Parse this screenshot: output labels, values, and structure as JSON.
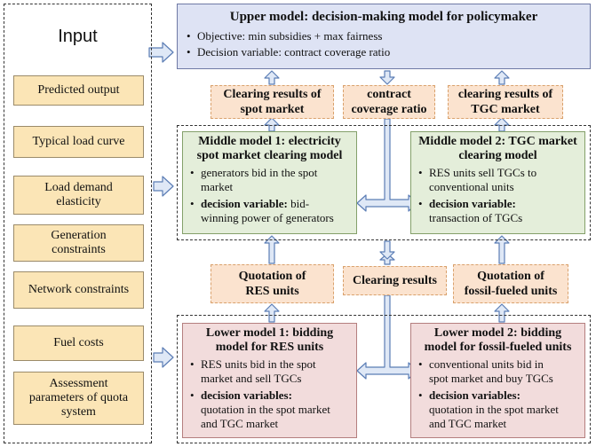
{
  "input": {
    "title": "Input",
    "items": [
      [
        "Predicted output"
      ],
      [
        "Typical load curve"
      ],
      [
        "Load demand",
        "elasticity"
      ],
      [
        "Generation",
        "constraints"
      ],
      [
        "Network constraints"
      ],
      [
        "Fuel costs"
      ],
      [
        "Assessment",
        "parameters of quota",
        "system"
      ]
    ]
  },
  "upper": {
    "title": "Upper model: decision-making model for policymaker",
    "objective": "Objective: min subsidies + max fairness",
    "variable": "Decision variable: contract coverage ratio"
  },
  "labels_top": {
    "spot": [
      "Clearing results of",
      "spot market"
    ],
    "ratio": [
      "contract",
      "coverage ratio"
    ],
    "tgc": [
      "clearing results of",
      "TGC market"
    ]
  },
  "middle1": {
    "title": [
      "Middle model 1: electricity",
      "spot market clearing model"
    ],
    "b1": [
      "generators bid in the spot",
      "market"
    ],
    "b2_bold": "decision variable:",
    "b2_rest": [
      "bid-",
      "winning power of generators"
    ]
  },
  "middle2": {
    "title": [
      "Middle model 2: TGC market",
      "clearing model"
    ],
    "b1": [
      "RES units sell TGCs to",
      "conventional units"
    ],
    "b2_bold": "decision variable:",
    "b2_rest": [
      "transaction of TGCs"
    ]
  },
  "labels_mid": {
    "res": [
      "Quotation of",
      "RES units"
    ],
    "clearing": [
      "Clearing results"
    ],
    "fossil": [
      "Quotation of",
      "fossil-fueled units"
    ]
  },
  "lower1": {
    "title": [
      "Lower model 1: bidding",
      "model for RES units"
    ],
    "b1": [
      "RES units bid in the spot",
      "market and sell TGCs"
    ],
    "b2_bold": "decision variables:",
    "b2_rest": [
      "quotation in the spot market",
      "and TGC market"
    ]
  },
  "lower2": {
    "title": [
      "Lower model 2: bidding",
      "model for fossil-fueled units"
    ],
    "b1": [
      "conventional units bid in",
      "spot market and buy TGCs"
    ],
    "b2_bold": "decision variables:",
    "b2_rest": [
      "quotation in the spot market",
      "and TGC market"
    ]
  },
  "colors": {
    "arrow_fill": "#dfe8f6",
    "arrow_stroke": "#5b7db5"
  }
}
